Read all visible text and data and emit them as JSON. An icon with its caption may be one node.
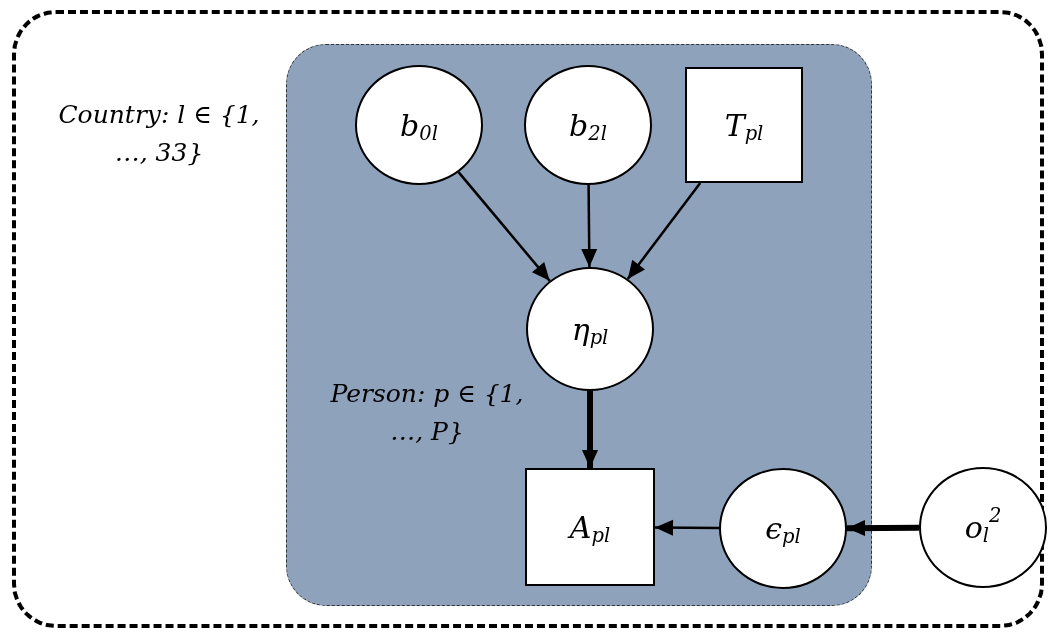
{
  "diagram": {
    "nodes": [
      {
        "text": [
          "Country: l ∈ {1, …, 33}"
        ]
      },
      {
        "text": [
          "Person: p ∈ {1, …, P}"
        ],
        "in": 0
      },
      {
        "text": [
          "b$_{0l}$"
        ],
        "in": 1
      },
      {
        "text": [
          "b$_{2l}$"
        ],
        "in": 1
      },
      {
        "text": [
          "T$_{pl}$"
        ],
        "in": 1
      },
      {
        "text": [
          "η$_{pl}$"
        ],
        "in": 1
      },
      {
        "text": [
          "A$_{pl}$"
        ],
        "in": 1
      },
      {
        "text": [
          "ϵ$_{pl}$"
        ],
        "in": 1
      },
      {
        "text": [
          "o$_{l}$$^{2}$"
        ],
        "in": 0
      }
    ],
    "edges": [
      {
        "from": 2,
        "to": 5,
        "arrow": "to"
      },
      {
        "from": 3,
        "to": 5,
        "arrow": "to"
      },
      {
        "from": 4,
        "to": 5,
        "arrow": "to"
      },
      {
        "from": 5,
        "to": 6,
        "arrow": "to",
        "style": "thick"
      },
      {
        "from": 7,
        "to": 6,
        "arrow": "to"
      },
      {
        "from": 8,
        "to": 7,
        "arrow": "to",
        "style": "thick"
      }
    ]
  }
}
